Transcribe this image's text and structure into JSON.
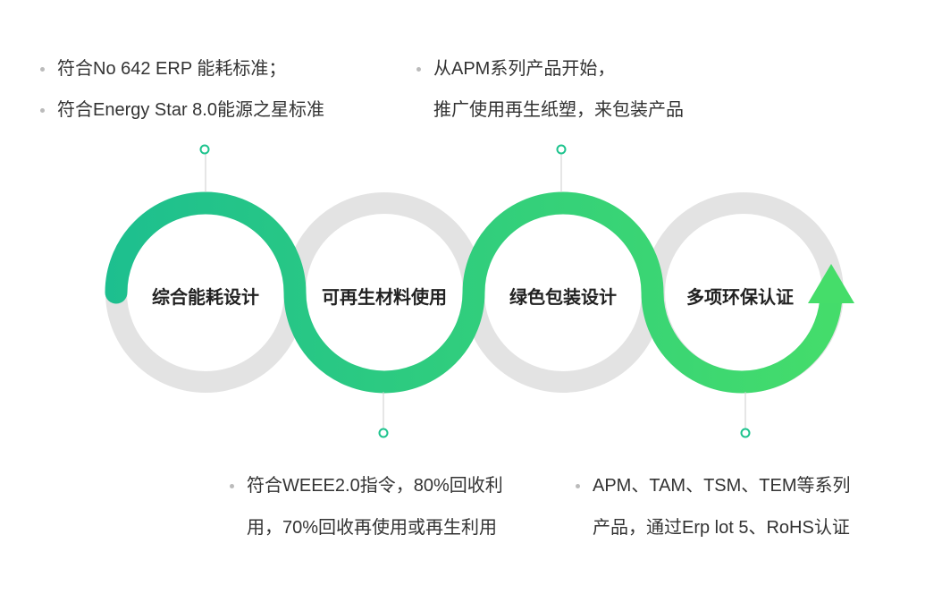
{
  "colors": {
    "start": "#1dbf8f",
    "end": "#45dd6a",
    "ring": "#e3e3e3"
  },
  "stages": [
    {
      "label": "综合能耗设计"
    },
    {
      "label": "可再生材料使用"
    },
    {
      "label": "绿色包装设计"
    },
    {
      "label": "多项环保认证"
    }
  ],
  "notes": {
    "energy": [
      "符合No 642 ERP 能耗标准；",
      "符合Energy Star 8.0能源之星标准"
    ],
    "packaging": [
      "从APM系列产品开始，",
      "推广使用再生纸塑，来包装产品"
    ],
    "materials": [
      "符合WEEE2.0指令，80%回收利",
      "用，70%回收再使用或再生利用"
    ],
    "certs": [
      "APM、TAM、TSM、TEM等系列",
      "产品，通过Erp lot 5、RoHS认证"
    ]
  }
}
